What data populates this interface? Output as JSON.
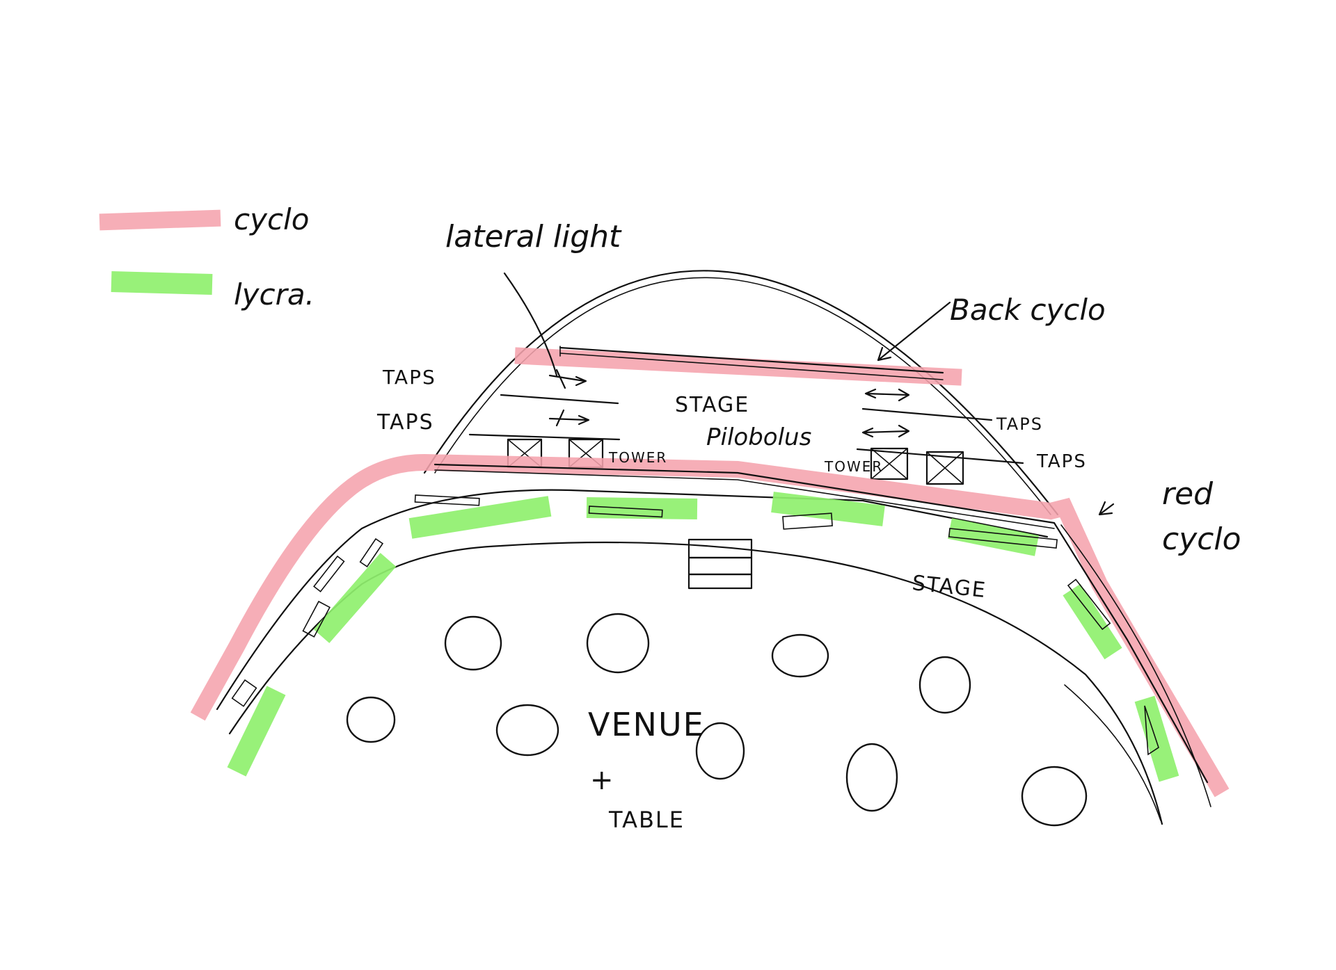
{
  "legend": {
    "items": [
      {
        "label": "cyclo",
        "color": "#f5a3ad"
      },
      {
        "label": "lycra.",
        "color": "#8ff06e"
      }
    ]
  },
  "labels": {
    "lateral_light": "lateral light",
    "back_cyclo": "Back cyclo",
    "taps_left_1": "TAPS",
    "taps_left_2": "TAPS",
    "taps_right_1": "TAPS",
    "taps_right_2": "TAPS",
    "stage_title": "STAGE",
    "stage_subtitle": "Pilobolus",
    "tower_left": "TOWER",
    "tower_right": "TOWER",
    "red_cyclo_line1": "red",
    "red_cyclo_line2": "cyclo",
    "stage_front": "STAGE",
    "venue_line1": "VENUE",
    "venue_plus": "+",
    "venue_line2": "TABLE"
  },
  "colors": {
    "cyclo": "#f5a3ad",
    "lycra": "#8ff06e",
    "ink": "#111111"
  }
}
